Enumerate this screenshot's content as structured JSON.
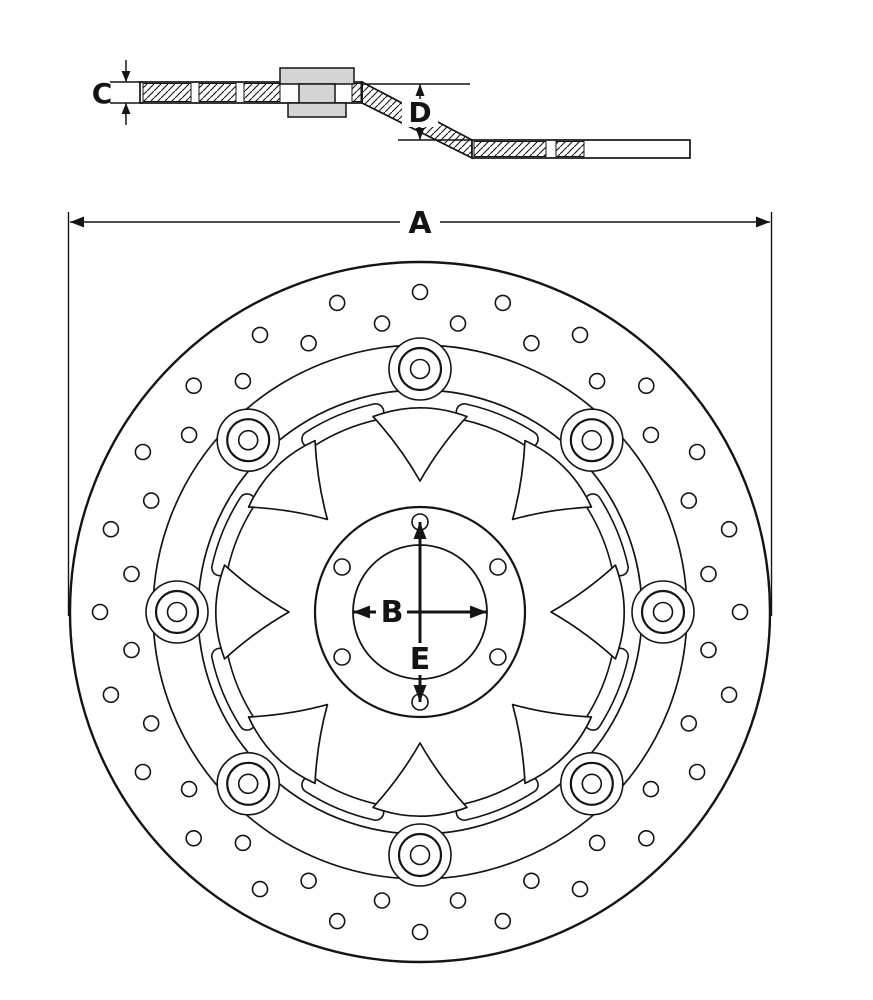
{
  "drawing": {
    "labels": {
      "overall_diameter": "A",
      "center_bore": "B",
      "thickness": "C",
      "offset": "D",
      "bolt_circle": "E"
    },
    "colors": {
      "line": "#141414",
      "background": "#ffffff",
      "metal_shade": "#d4d4d4"
    }
  }
}
